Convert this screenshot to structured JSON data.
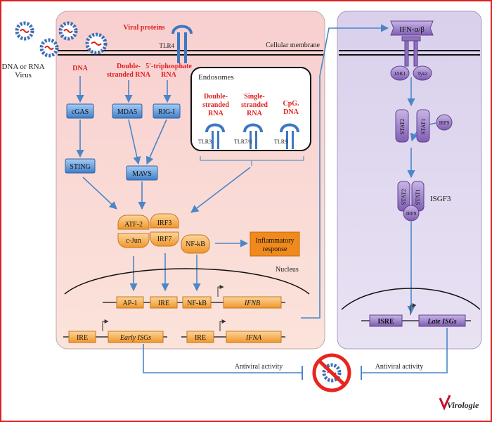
{
  "labels": {
    "virus": "DNA or RNA",
    "virus2": "Virus",
    "viral_proteins": "Viral proteins",
    "membrane": "Cellular membrane",
    "tlr4": "TLR4",
    "dna": "DNA",
    "dsrna_1": "Double-",
    "dsrna_2": "stranded RNA",
    "ppp_1": "5'-triphosphate",
    "ppp_2": "RNA",
    "endosomes": "Endosomes",
    "endo_ds_1": "Double-",
    "endo_ds_2": "stranded",
    "endo_ds_3": "RNA",
    "endo_ss_1": "Single-",
    "endo_ss_2": "stranded",
    "endo_ss_3": "RNA",
    "endo_cpg_1": "CpG.",
    "endo_cpg_2": "DNA",
    "tlr3": "TLR3",
    "tlr78": "TLR7/8",
    "tlr9": "TLR9",
    "cgas": "cGAS",
    "mda5": "MDA5",
    "rigi": "RIG-I",
    "sting": "STING",
    "mavs": "MAVS",
    "atf2": "ATF-2",
    "cjun": "c-Jun",
    "irf3": "IRF3",
    "irf7": "IRF7",
    "nfkb": "NF-kB",
    "inflam_1": "Inflammatory",
    "inflam_2": "response",
    "nucleus": "Nucleus",
    "ap1": "AP-1",
    "ire": "IRE",
    "nfkb_site": "NF-kB",
    "ifnb": "IFNB",
    "ire_2": "IRE",
    "early_isgs": "Early ISGs",
    "ire_3": "IRE",
    "ifna": "IFNA",
    "ifn_ab": "IFN-α/β",
    "jak1": "JAK1",
    "tyk2": "Tyk2",
    "stat2": "STAT2",
    "stat1": "STAT1",
    "irf9": "IRF9",
    "isgf3": "ISGF3",
    "stat2_b": "STAT2",
    "stat1_b": "STAT1",
    "irf9_b": "IRF9",
    "isre": "ISRE",
    "late_isgs": "Late ISGs",
    "antiviral_left": "Antiviral activity",
    "antiviral_right": "Antiviral activity",
    "logo": "Virologie"
  },
  "colors": {
    "red_label": "#e02020",
    "arrow": "#4a86c8",
    "blue_box": "#4f8fd8",
    "orange": "#f19d2c",
    "purple": "#8f6fbf",
    "prohibit": "#e8251f"
  }
}
